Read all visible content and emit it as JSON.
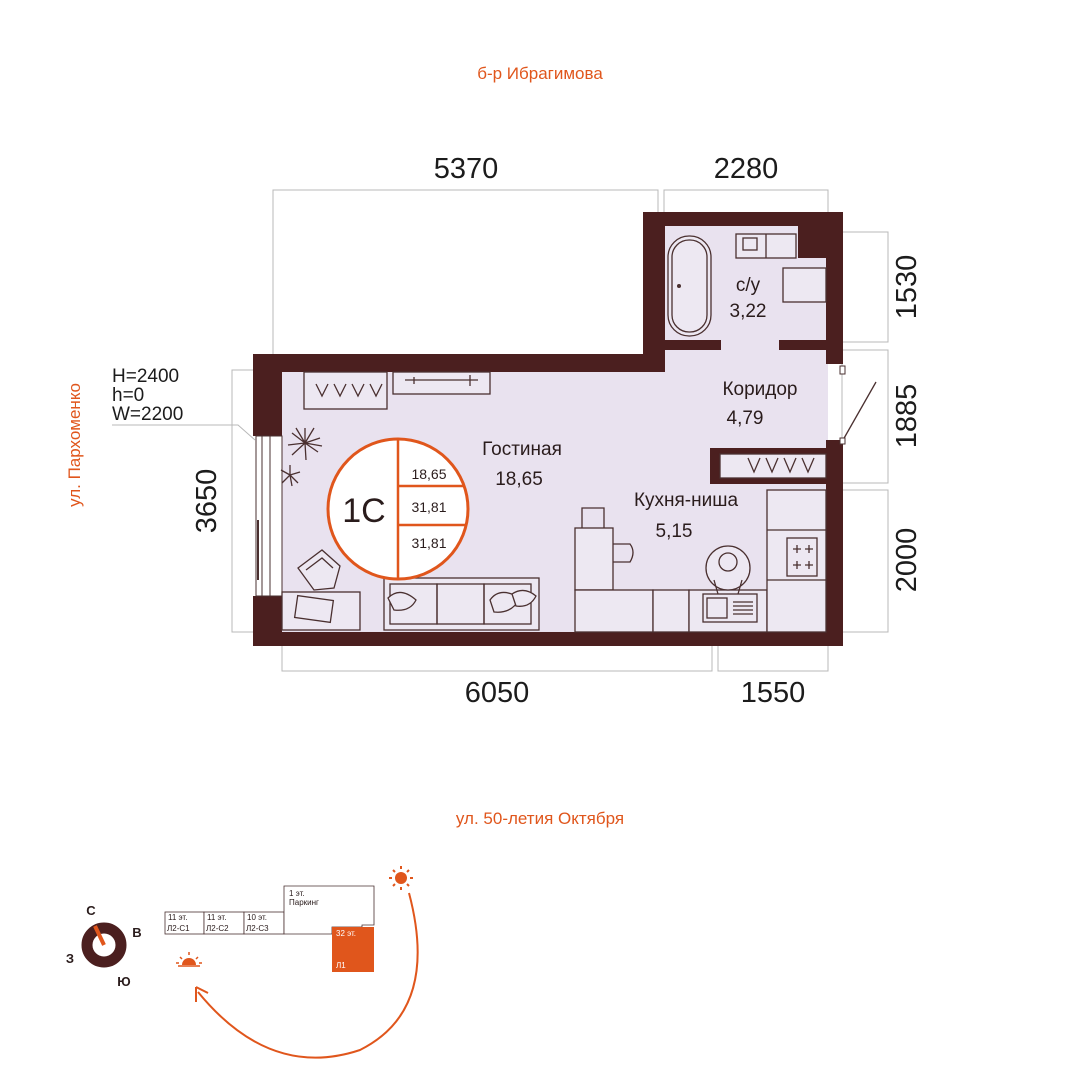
{
  "streets": {
    "top": "б-р Ибрагимова",
    "left": "ул. Пархоменко",
    "bottom": "ул. 50-летия Октября"
  },
  "dimensions": {
    "top_left": "5370",
    "top_right": "2280",
    "right_top": "1530",
    "right_middle": "1885",
    "right_bottom": "2000",
    "left": "3650",
    "bottom_left": "6050",
    "bottom_right": "1550"
  },
  "window_spec": {
    "height": "H=2400",
    "sill": "h=0",
    "width": "W=2200"
  },
  "rooms": {
    "bathroom": {
      "name": "с/у",
      "area": "3,22"
    },
    "corridor": {
      "name": "Коридор",
      "area": "4,79"
    },
    "living": {
      "name": "Гостиная",
      "area": "18,65"
    },
    "kitchen": {
      "name": "Кухня-ниша",
      "area": "5,15"
    }
  },
  "badge": {
    "type": "1С",
    "living_area": "18,65",
    "total_area": "31,81",
    "total_area_2": "31,81"
  },
  "site_plan": {
    "blocks": [
      {
        "floors": "11 эт.",
        "name": "Л2-С1"
      },
      {
        "floors": "11 эт.",
        "name": "Л2-С2"
      },
      {
        "floors": "10 эт.",
        "name": "Л2-С3"
      }
    ],
    "parking": {
      "floors": "1 эт.",
      "name": "Паркинг"
    },
    "current": {
      "floors": "32 эт.",
      "name": "Л1"
    }
  },
  "compass": {
    "north": "С",
    "east": "В",
    "south": "Ю",
    "west": "З"
  },
  "colors": {
    "accent": "#e0561c",
    "wall": "#4b1f1f",
    "floor": "#e9e2ef",
    "text": "#2a1c1c"
  }
}
